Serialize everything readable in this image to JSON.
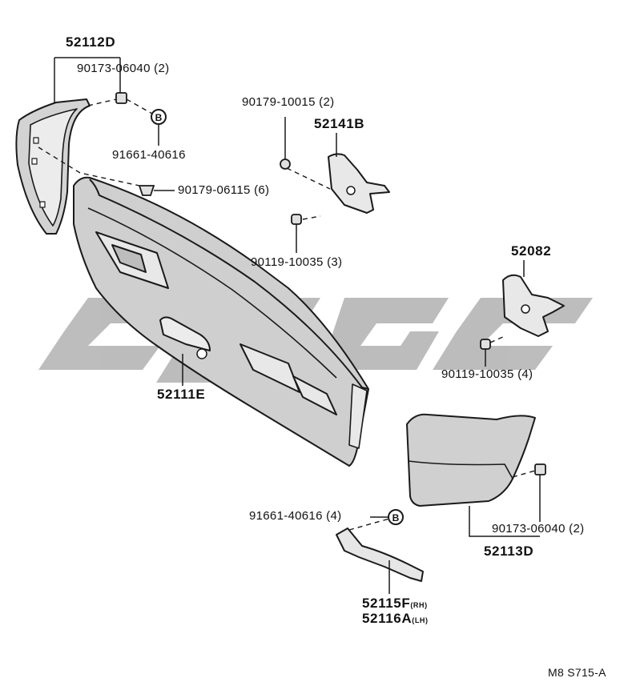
{
  "watermark": {
    "text": "CZGC",
    "color": "#b9b9b9"
  },
  "colors": {
    "line": "#1a1a1a",
    "part_fill": "#c9c9c9",
    "part_light": "#e6e6e6"
  },
  "labels": {
    "p52112D": "52112D",
    "p90173_top": "90173-06040 (2)",
    "p91661_top": "91661-40616",
    "p90179_06115": "90179-06115 (6)",
    "p90179_10015": "90179-10015 (2)",
    "p52141B": "52141B",
    "p90119_3": "90119-10035 (3)",
    "p52082": "52082",
    "p90119_4": "90119-10035 (4)",
    "p52111E": "52111E",
    "p91661_bottom": "91661-40616 (4)",
    "p90173_bottom": "90173-06040 (2)",
    "p52113D": "52113D",
    "p52115F": "52115F",
    "p52115F_side": "(RH)",
    "p52116A": "52116A",
    "p52116A_side": "(LH)",
    "bubble_letter": "B",
    "figure_code": "M8 S715-A"
  }
}
